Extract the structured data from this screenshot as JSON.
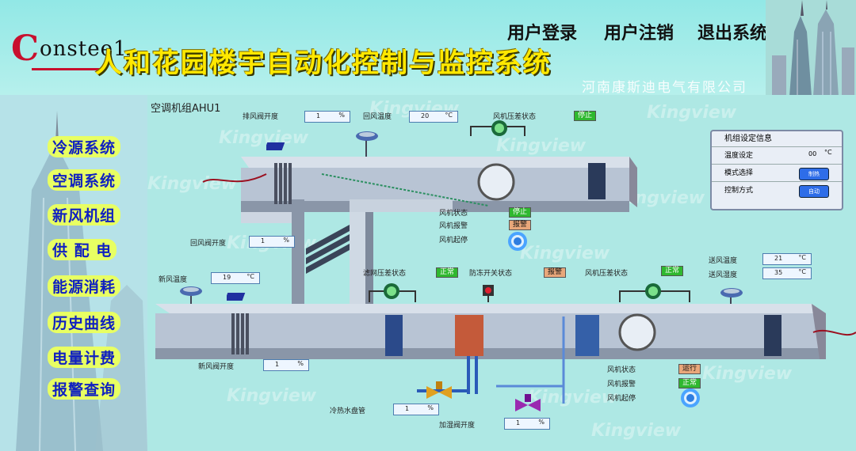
{
  "header": {
    "logo_text": "onstee1",
    "logo_initial": "C",
    "title": "人和花园楼宇自动化控制与监控系统",
    "buttons": [
      "用户登录",
      "用户注销",
      "退出系统"
    ],
    "company": "河南康斯迪电气有限公司"
  },
  "sidebar": {
    "items": [
      "冷源系统",
      "空调系统",
      "新风机组",
      "供 配 电",
      "能源消耗",
      "历史曲线",
      "电量计费",
      "报警查询"
    ]
  },
  "unit": {
    "title": "空调机组AHU1",
    "exhaust_damper": {
      "label": "排风阀开度",
      "value": "1",
      "unit": "%"
    },
    "return_temp": {
      "label": "回风温度",
      "value": "20",
      "unit": "°C"
    },
    "fan_dp_top": {
      "label": "风机压差状态",
      "status": "停止"
    },
    "return_damper": {
      "label": "回风阀开度",
      "value": "1",
      "unit": "%"
    },
    "fresh_temp": {
      "label": "新风温度",
      "value": "19",
      "unit": "°C"
    },
    "fresh_damper": {
      "label": "新风阀开度",
      "value": "1",
      "unit": "%"
    },
    "fan_mid": {
      "status_label": "风机状态",
      "status": "停止",
      "alarm_label": "风机报警",
      "alarm": "报警",
      "start_label": "风机起停"
    },
    "filter_dp": {
      "label": "滤网压差状态",
      "status": "正常"
    },
    "frost_switch": {
      "label": "防冻开关状态",
      "status": "报警"
    },
    "fan_dp_bottom": {
      "label": "风机压差状态",
      "status": "正常"
    },
    "supply_temp": {
      "label": "送风温度",
      "value": "21",
      "unit": "°C"
    },
    "supply_humidity": {
      "label": "送风湿度",
      "value": "35",
      "unit": "°C"
    },
    "fan_bottom": {
      "status_label": "风机状态",
      "status": "运行",
      "alarm_label": "风机报警",
      "alarm": "正常",
      "start_label": "风机起停"
    },
    "coil_valve": {
      "label": "冷热水盘管",
      "value": "1",
      "unit": "%"
    },
    "humid_valve": {
      "label": "加湿阀开度",
      "value": "1",
      "unit": "%"
    }
  },
  "settings": {
    "title": "机组设定信息",
    "temp_label": "温度设定",
    "temp_value": "00",
    "temp_unit": "°C",
    "mode_label": "模式选择",
    "mode_button": "制热",
    "control_label": "控制方式",
    "control_button": "自动"
  },
  "watermark": "Kingview",
  "colors": {
    "title": "#ffe800",
    "menu_text": "#1020c0",
    "menu_bg": "#e8ff62",
    "duct": "#b8c4d4",
    "status_green": "#2fb82f",
    "status_orange": "#e9a77a"
  }
}
